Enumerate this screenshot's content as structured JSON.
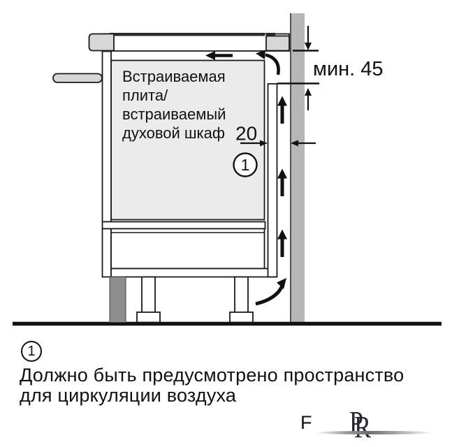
{
  "diagram": {
    "appliance_label": {
      "line1": "Встраиваемая",
      "line2": "плита/",
      "line3": "встраиваемый",
      "line4": "духовой шкаф"
    },
    "gap_dimension": "20",
    "min_clearance": "мин. 45",
    "callout": "1"
  },
  "footnote": {
    "callout": "1",
    "line1": "Должно быть предусмотрено пространство",
    "line2": "для циркуляции воздуха"
  },
  "watermark": {
    "f": "F",
    "p": "P",
    "r": "R"
  },
  "colors": {
    "wall": "#b7b7b7",
    "cabinet": "#ebebeb",
    "trim": "#d7d7d7",
    "plinth": "#8e8e8e",
    "hob_glass": "#2a2a2a",
    "outline": "#1a1a1a"
  }
}
